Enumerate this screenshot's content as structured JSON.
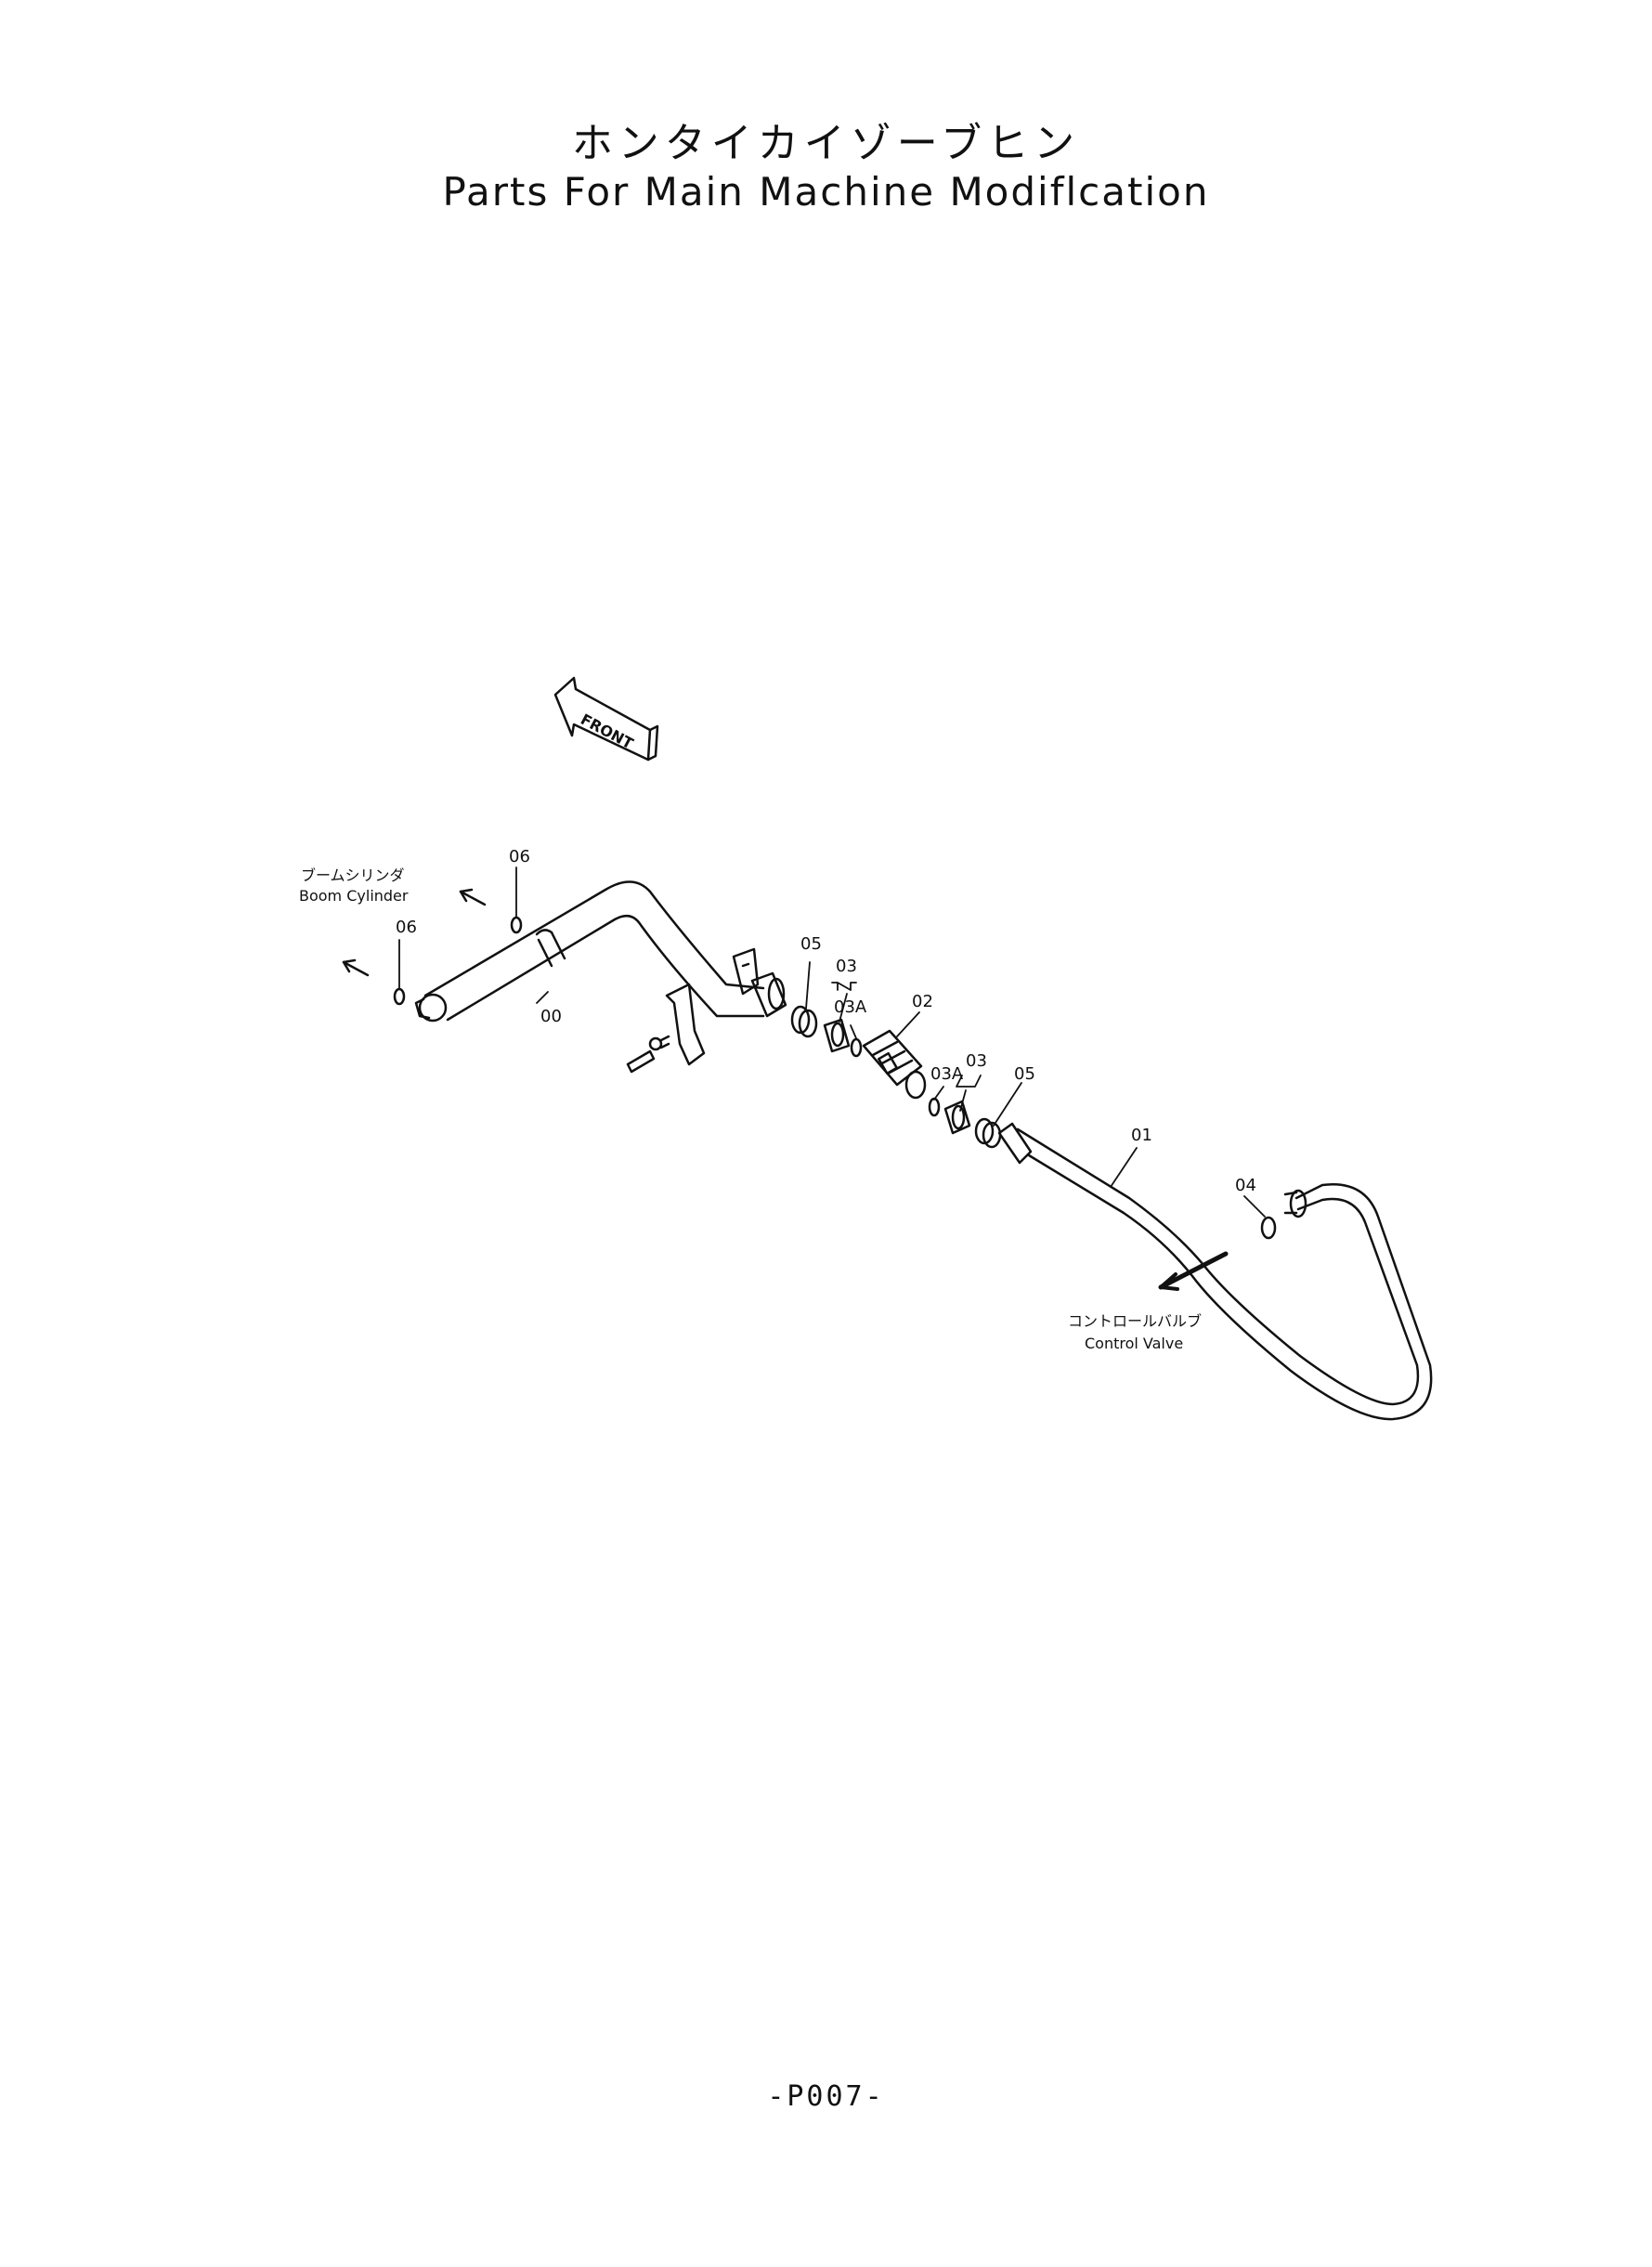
{
  "title": {
    "japanese": "ホンタイカイゾーブヒン",
    "english": "Parts For Main Machine Modiflcation"
  },
  "front_label": "FRONT",
  "destinations": {
    "boom_cylinder_jp": "ブームシリンダ",
    "boom_cylinder_en": "Boom Cylinder",
    "control_valve_jp": "コントロールバルブ",
    "control_valve_en": "Control Valve"
  },
  "part_labels": {
    "p06a": "06",
    "p06b": "06",
    "p00": "00",
    "p05a": "05",
    "p03a": "03",
    "p03Aa": "03A",
    "p02": "02",
    "p03b": "03",
    "p03Ab": "03A",
    "p05b": "05",
    "p01": "01",
    "p04": "04"
  },
  "page_number": "-P007-"
}
